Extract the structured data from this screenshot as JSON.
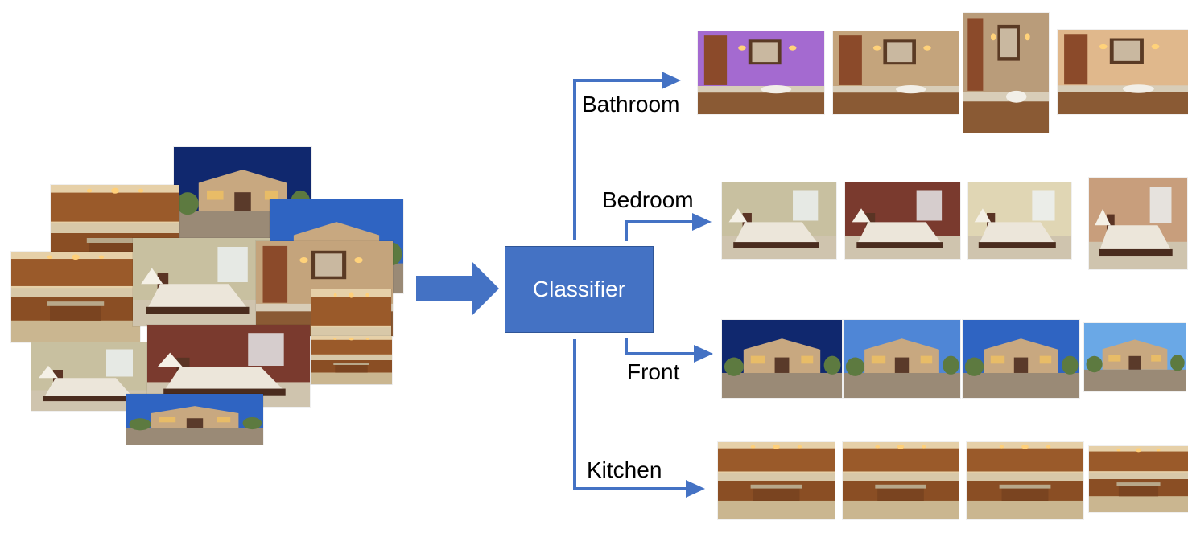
{
  "classifier": {
    "label": "Classifier"
  },
  "categories": [
    {
      "key": "bathroom",
      "label": "Bathroom"
    },
    {
      "key": "bedroom",
      "label": "Bedroom"
    },
    {
      "key": "front",
      "label": "Front"
    },
    {
      "key": "kitchen",
      "label": "Kitchen"
    }
  ],
  "colors": {
    "arrow": "#4472c4",
    "box": "#4472c4",
    "box_border": "#2f5597",
    "box_text": "#ffffff",
    "label_text": "#000000"
  },
  "photos": {
    "input_collage": [
      "front",
      "kitchen",
      "front",
      "kitchen",
      "bedroom",
      "bathroom",
      "kitchen",
      "kitchen",
      "bedroom",
      "bedroom",
      "front"
    ],
    "bathroom": [
      "bathroom",
      "bathroom",
      "bathroom",
      "bathroom"
    ],
    "bedroom": [
      "bedroom",
      "bedroom",
      "bedroom",
      "bedroom"
    ],
    "front": [
      "front",
      "front",
      "front",
      "front"
    ],
    "kitchen": [
      "kitchen",
      "kitchen",
      "kitchen",
      "kitchen"
    ]
  }
}
